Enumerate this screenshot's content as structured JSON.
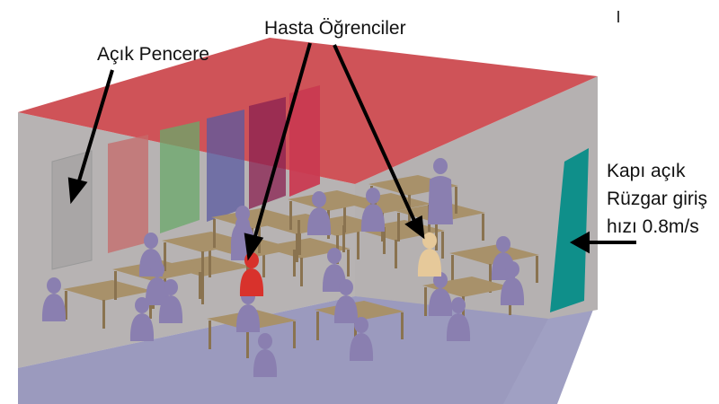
{
  "labels": {
    "open_window": "Açık Pencere",
    "sick_students": "Hasta Öğrenciler",
    "door_line1": "Kapı açık",
    "door_line2": "Rüzgar giriş",
    "door_line3": "hızı 0.8m/s"
  },
  "colors": {
    "ceiling": "#cc4a4f",
    "wall": "#b7b3b3",
    "floor": "#8f8fb8",
    "door": "#0f8f8a",
    "student": "#8a7fb0",
    "sick_student_red": "#d8322c",
    "sick_student_tan": "#e6c99a",
    "desk": "#a8916a",
    "window_panels": [
      "#c66a6a",
      "#6aa86a",
      "#5a5aa0",
      "#8a2050",
      "#d06030",
      "#c8305a"
    ]
  }
}
